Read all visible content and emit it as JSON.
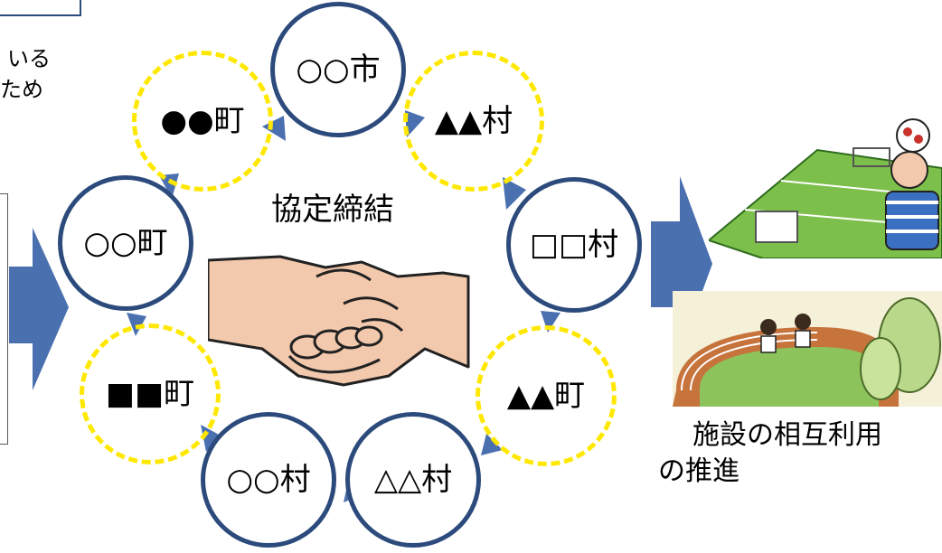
{
  "left_fragment": {
    "line1": "いる",
    "line2": "ため"
  },
  "center_label": "協定締結",
  "nodes": {
    "city": "○○市",
    "village_tri": "▲▲村",
    "village_sq": "□□村",
    "town_tri": "▲▲町",
    "village_wtri": "△△村",
    "village_oo": "○○村",
    "town_sq": "■■町",
    "town_oo": "○○町",
    "town_dot": "●●町"
  },
  "result_caption": {
    "line1": "施設の相互利用",
    "line2": "の推進"
  },
  "colors": {
    "circle_border": "#2c4b7c",
    "arrow": "#4a70b0",
    "dashed_border": "#ffe800"
  }
}
